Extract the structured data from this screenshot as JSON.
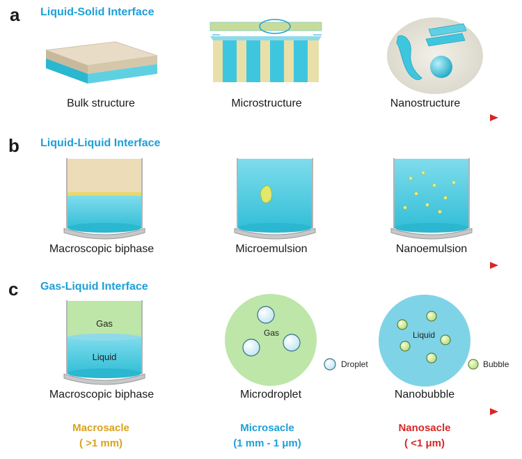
{
  "panel_a": {
    "label": "a",
    "title": "Liquid-Solid Interface",
    "items": [
      "Bulk structure",
      "Microstructure",
      "Nanostructure"
    ]
  },
  "panel_b": {
    "label": "b",
    "title": "Liquid-Liquid Interface",
    "items": [
      "Macroscopic biphase",
      "Microemulsion",
      "Nanoemulsion"
    ]
  },
  "panel_c": {
    "label": "c",
    "title": "Gas-Liquid Interface",
    "items": [
      "Macroscopic biphase",
      "Microdroplet",
      "Nanobubble"
    ],
    "beaker_gas": "Gas",
    "beaker_liquid": "Liquid",
    "micro_inner": "Gas",
    "nano_inner": "Liquid",
    "droplet_legend": "Droplet",
    "bubble_legend": "Bubble"
  },
  "scales": [
    {
      "name": "Macrosacle",
      "range": "( >1 mm)",
      "color": "#d9a21c"
    },
    {
      "name": "Microsacle",
      "range": "(1 mm - 1 μm)",
      "color": "#1d9fd8"
    },
    {
      "name": "Nanosacle",
      "range": "( <1 μm)",
      "color": "#d62828"
    }
  ],
  "colors": {
    "title": "#1d9fd8",
    "cyan": "#3fc6df",
    "sand": "#e9d8b8",
    "green": "#bde6a8",
    "arrow_start": "#f2c94c",
    "arrow_mid": "#3b5bdb",
    "arrow_end": "#d62828"
  }
}
